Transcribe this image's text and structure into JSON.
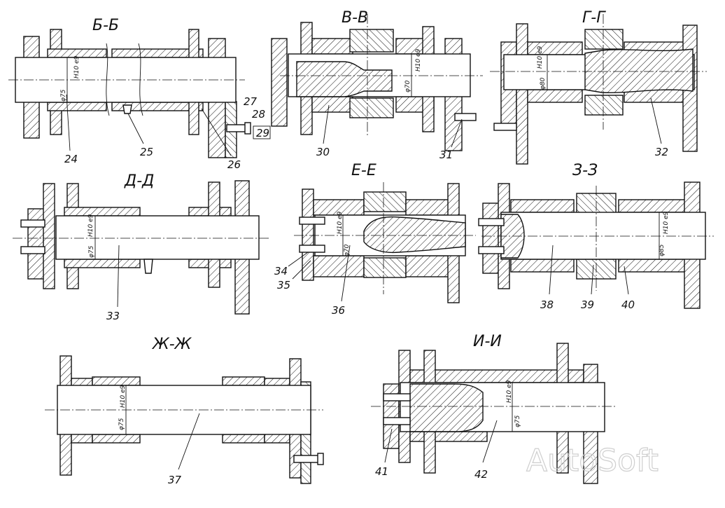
{
  "sections": {
    "bb": {
      "title": "Б-Б",
      "dim_fit": "H10 e9",
      "dim_diameter": "φ75",
      "callouts": [
        "24",
        "25",
        "26",
        "27",
        "28",
        "29"
      ]
    },
    "vv": {
      "title": "В-В",
      "dim_fit": "H10 e9",
      "dim_diameter": "φ70",
      "callouts": [
        "30",
        "31"
      ]
    },
    "gg": {
      "title": "Г-Г",
      "dim_fit": "H10 e9",
      "dim_diameter": "φ80",
      "callouts": [
        "32"
      ]
    },
    "dd": {
      "title": "Д-Д",
      "dim_fit": "H10 e9",
      "dim_diameter": "φ75",
      "callouts": [
        "33"
      ]
    },
    "ee": {
      "title": "Е-Е",
      "dim_fit": "H10 e9",
      "dim_diameter": "φ70",
      "callouts": [
        "34",
        "35",
        "36"
      ]
    },
    "zz": {
      "title": "З-З",
      "dim_fit": "H10 e9",
      "dim_diameter": "φ85",
      "callouts": [
        "38",
        "39",
        "40"
      ]
    },
    "zhzh": {
      "title": "Ж-Ж",
      "dim_fit": "H10 e9",
      "dim_diameter": "φ75",
      "callouts": [
        "37"
      ]
    },
    "ii": {
      "title": "И-И",
      "dim_fit": "H10 e9",
      "dim_diameter": "φ75",
      "callouts": [
        "41",
        "42"
      ]
    }
  },
  "watermark": "AutoSoft"
}
